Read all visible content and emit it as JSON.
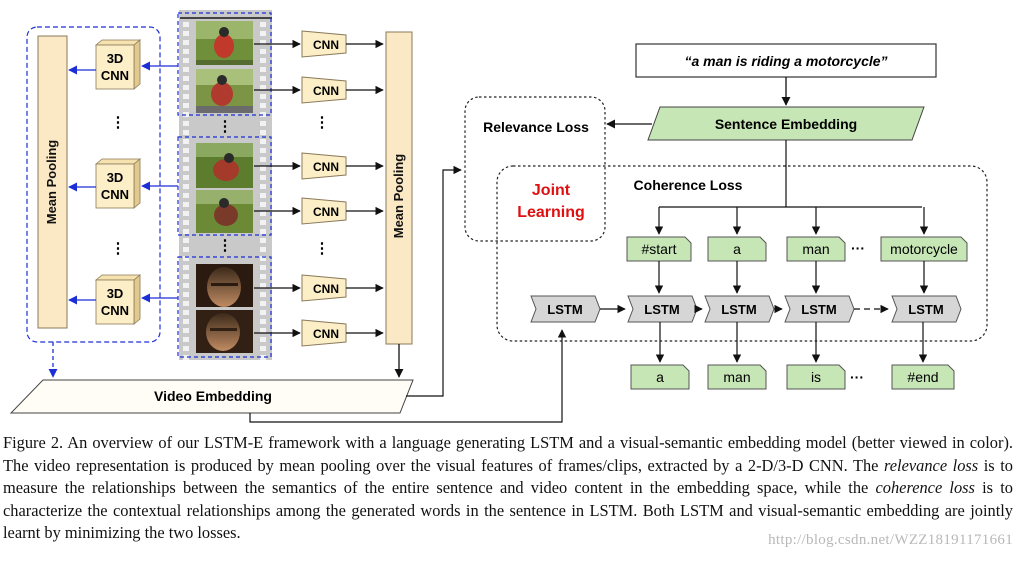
{
  "diagram": {
    "mean_pooling_left": "Mean Pooling",
    "mean_pooling_right": "Mean Pooling",
    "cnn3d_line1": "3D",
    "cnn3d_line2": "CNN",
    "cnn": "CNN",
    "ellipsis_vertical": "⋮",
    "video_embedding": "Video Embedding",
    "sentence": "“a man is riding a motorcycle”",
    "sentence_embedding": "Sentence Embedding",
    "relevance_loss": "Relevance Loss",
    "joint_line1": "Joint",
    "joint_line2": "Learning",
    "coherence_loss": "Coherence Loss",
    "lstm": "LSTM",
    "input_words": [
      "#start",
      "a",
      "man",
      "motorcycle"
    ],
    "output_words": [
      "a",
      "man",
      "is",
      "#end"
    ],
    "dots": "···"
  },
  "caption": {
    "part1": "Figure 2. An overview of our LSTM-E framework with a language generating LSTM and a visual-semantic embedding model (better viewed in color). The video representation is produced by mean pooling over the visual features of frames/clips, extracted by a 2-D/3-D CNN. The ",
    "relevance": "relevance loss",
    "part2": " is to measure the relationships between the semantics of the entire sentence and video content in the embedding space, while the ",
    "coherence": "coherence loss",
    "part3": " is to characterize the contextual relationships among the generated words in the sentence in LSTM. Both LSTM and visual-semantic embedding are jointly learnt by minimizing the two losses."
  },
  "watermark": "http://blog.csdn.net/WZZ18191171661",
  "colors": {
    "pool_fill": "#fbe8c4",
    "cnn_fill": "#fcefc8",
    "word_fill": "#c6e6b6",
    "lstm_fill": "#d6d6d6",
    "blue": "#1c2fd6",
    "joint": "#e01010"
  }
}
